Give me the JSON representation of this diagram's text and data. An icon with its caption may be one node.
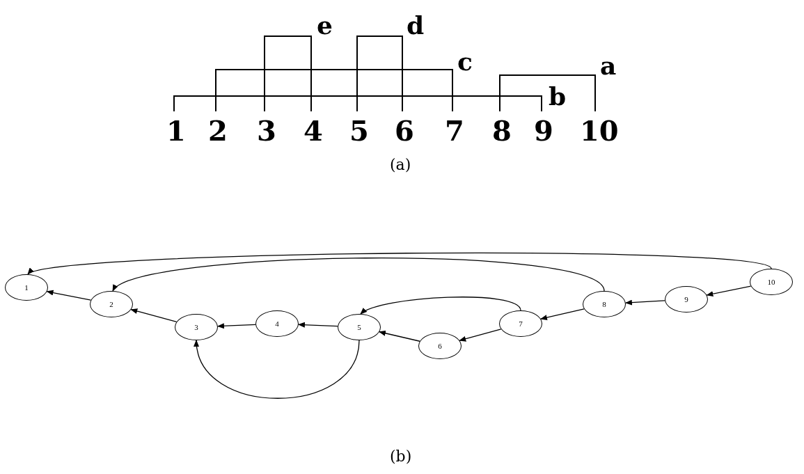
{
  "diagram": {
    "nodes": [
      {
        "text": [
          "1"
        ]
      },
      {
        "text": [
          "2"
        ]
      },
      {
        "text": [
          "3"
        ]
      },
      {
        "text": [
          "4"
        ]
      },
      {
        "text": [
          "5"
        ]
      },
      {
        "text": [
          "6"
        ]
      },
      {
        "text": [
          "7"
        ]
      },
      {
        "text": [
          "8"
        ]
      },
      {
        "text": [
          "9"
        ]
      },
      {
        "text": [
          "10"
        ]
      }
    ],
    "edges": [
      {
        "from": 9,
        "to": 0,
        "arrow": "to"
      },
      {
        "from": 7,
        "to": 1,
        "arrow": "to"
      },
      {
        "from": 9,
        "to": 8,
        "arrow": "to"
      },
      {
        "from": 8,
        "to": 7,
        "arrow": "to"
      },
      {
        "from": 7,
        "to": 6,
        "arrow": "to"
      },
      {
        "from": 6,
        "to": 4,
        "arrow": "to"
      },
      {
        "from": 6,
        "to": 5,
        "arrow": "to"
      },
      {
        "from": 5,
        "to": 4,
        "arrow": "to"
      },
      {
        "from": 4,
        "to": 3,
        "arrow": "to"
      },
      {
        "from": 3,
        "to": 2,
        "arrow": "to"
      },
      {
        "from": 2,
        "to": 1,
        "arrow": "to"
      },
      {
        "from": 1,
        "to": 0,
        "arrow": "to"
      },
      {
        "from": 4,
        "to": 2,
        "arrow": "to"
      }
    ],
    "labels": [
      "e",
      "d",
      "c",
      "a",
      "b",
      "1",
      "2",
      "3",
      "4",
      "5",
      "6",
      "7",
      "8",
      "9",
      "10",
      "(a)",
      "(b)"
    ]
  }
}
